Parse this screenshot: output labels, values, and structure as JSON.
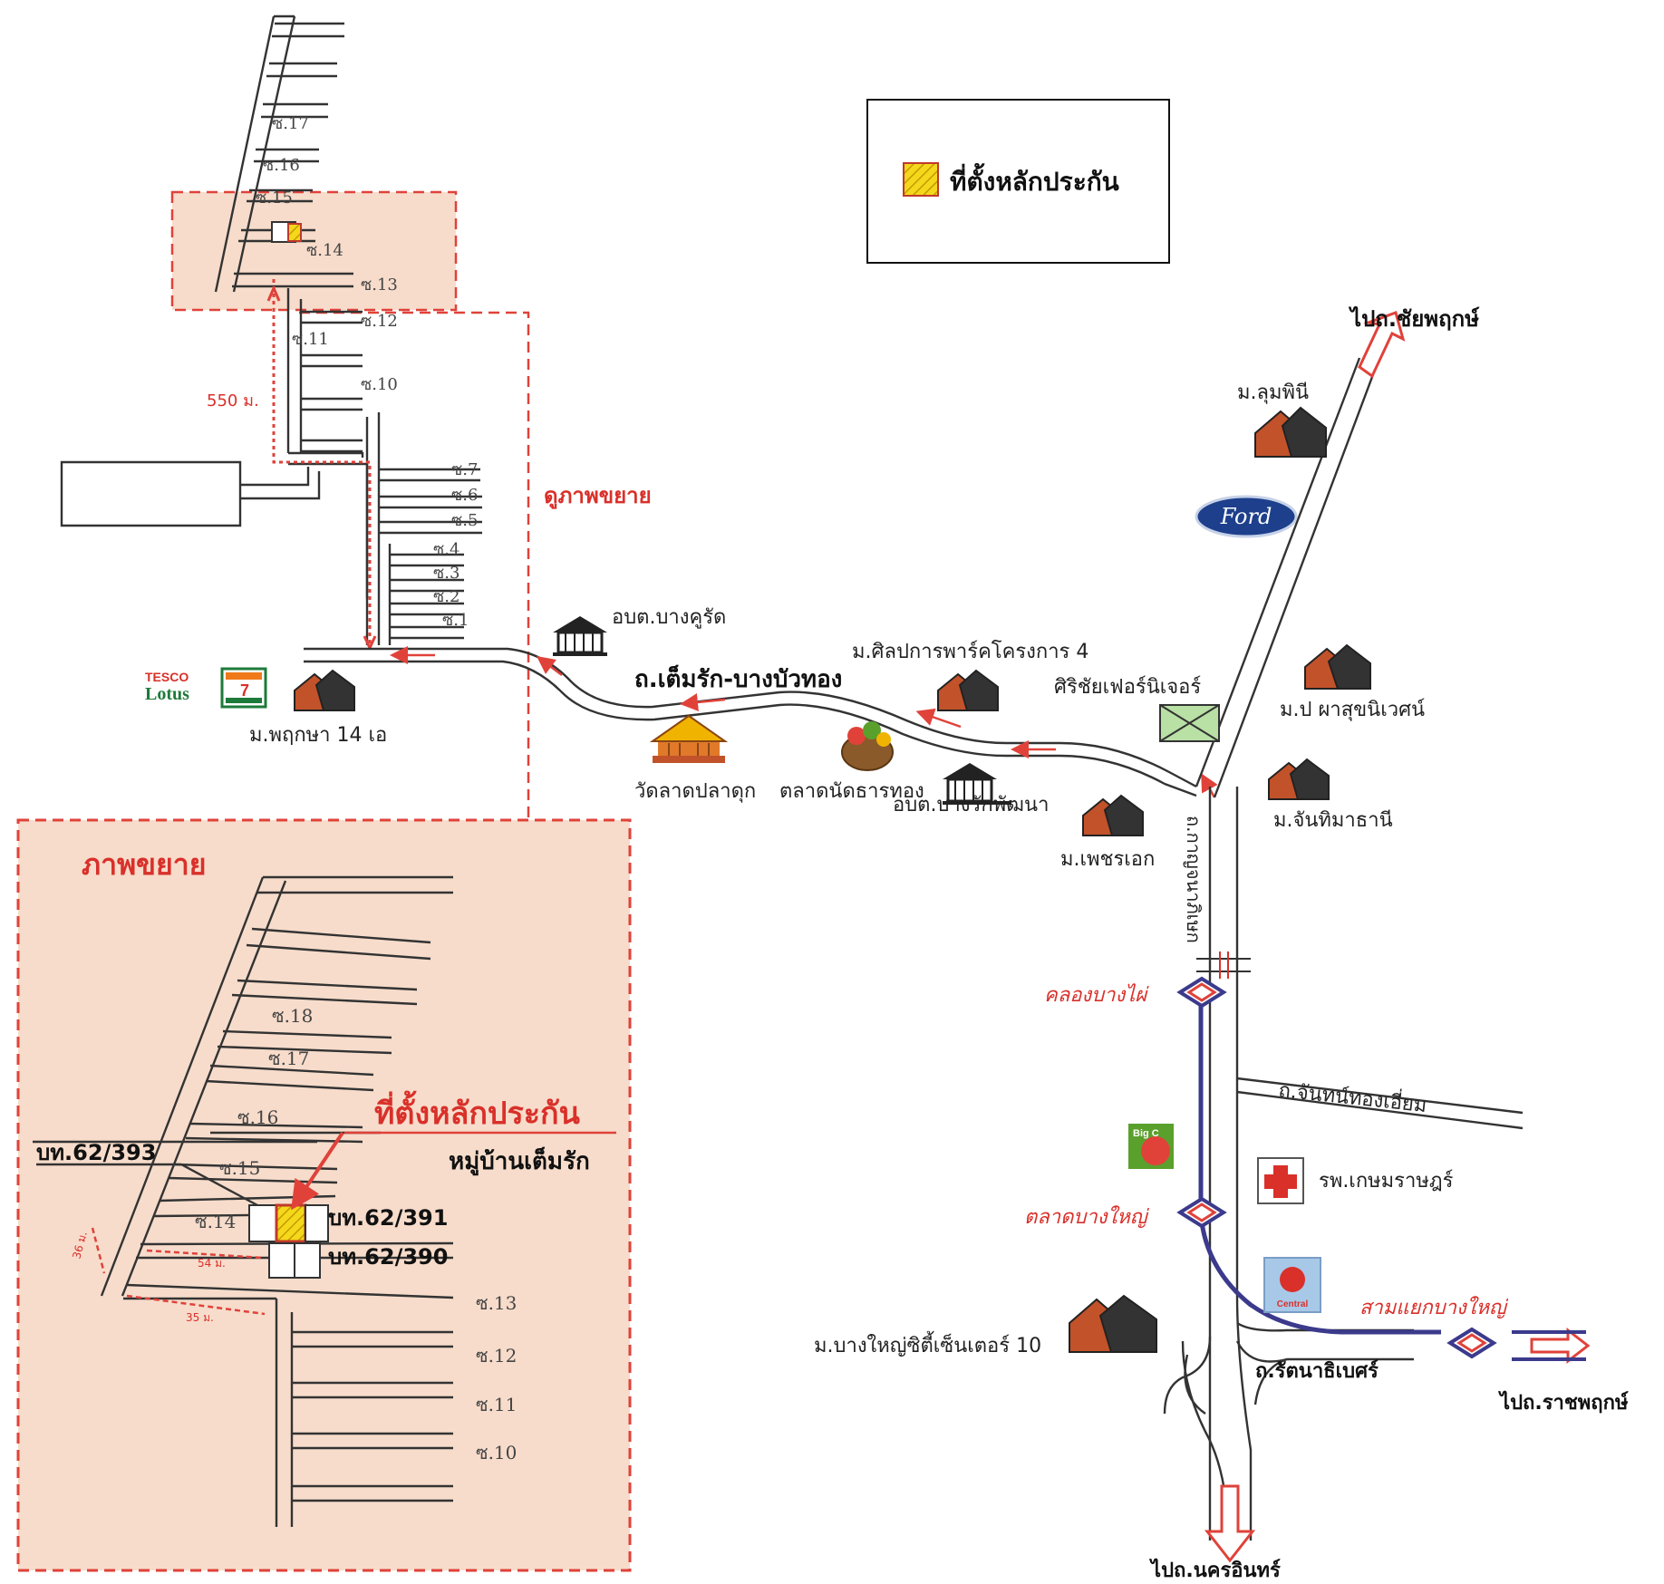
{
  "legend": {
    "label": "ที่ตั้งหลักประกัน",
    "swatch_color": "#f4d81c"
  },
  "colors": {
    "zoom_fill": "#f7dccb",
    "zoom_border": "#e0423a",
    "route": "#e0423a",
    "rail": "#3b3a8c"
  },
  "labels": {
    "to_chaiyaphruek": "ไปถ.ชัยพฤกษ์",
    "to_ratchaphruek": "ไปถ.ราชพฤกษ์",
    "to_nakhon_in": "ไปถ.นครอินทร์",
    "main_road": "ถ.เต็มรัก-บางบัวทอง",
    "kanchana_road": "ถ.กาญจนาภิเษก",
    "chan_road": "ถ.จันทน์ทองเอี่ยม",
    "rattana_road": "ถ.รัตนาธิเบศร์",
    "distance": "550 ม.",
    "see_zoom": "ดูภาพขยาย",
    "zoom_title": "ภาพขยาย",
    "collateral_big": "ที่ตั้งหลักประกัน",
    "village": "หมู่บ้านเต็มรัก",
    "plot_393": "บท.62/393",
    "plot_391": "บท.62/391",
    "plot_390": "บท.62/390",
    "dist_54": "54 ม.",
    "dist_35": "35 ม.",
    "dist_side": "36 ม."
  },
  "places": {
    "lumpini": "ม.ลุมพินี",
    "ford": "Ford",
    "oborto_bangkhurat": "อบต.บางคูรัด",
    "silapakarn": "ม.ศิลปการพาร์คโครงการ 4",
    "siri_furniture": "ศิริชัยเฟอร์นิเจอร์",
    "pha_suk": "ม.ป ผาสุขนิเวศน์",
    "chantima": "ม.จันทิมาธานี",
    "phetcharaek": "ม.เพชรเอก",
    "bangrak_phatthana": "อบต.บางรักพัฒนา",
    "talat_nat": "ตลาดนัดธารทอง",
    "wat_ladpladuk": "วัดลาดปลาดุก",
    "phruksa": "ม.พฤกษา 14 เอ",
    "tesco": "TESCO",
    "lotus": "Lotus",
    "seven": "7",
    "hospital": "รพ.เกษมราษฎร์",
    "bigc": "Big C",
    "bangyai_city": "ม.บางใหญ่ซิตี้เซ็นเตอร์ 10",
    "central": "Central"
  },
  "stations": {
    "khlong_bang_phai": "คลองบางไผ่",
    "talat_bang_yai": "ตลาดบางใหญ่",
    "samyaek_bang_yai": "สามแยกบางใหญ่"
  },
  "sois_top": [
    "ซ.17",
    "ซ.16",
    "ซ.15",
    "ซ.14",
    "ซ.13",
    "ซ.12",
    "ซ.11",
    "ซ.10",
    "ซ.7",
    "ซ.6",
    "ซ.5",
    "ซ.4",
    "ซ.3",
    "ซ.2",
    "ซ.1"
  ],
  "sois_zoom": [
    "ซ.18",
    "ซ.17",
    "ซ.16",
    "ซ.15",
    "ซ.14",
    "ซ.13",
    "ซ.12",
    "ซ.11",
    "ซ.10"
  ]
}
